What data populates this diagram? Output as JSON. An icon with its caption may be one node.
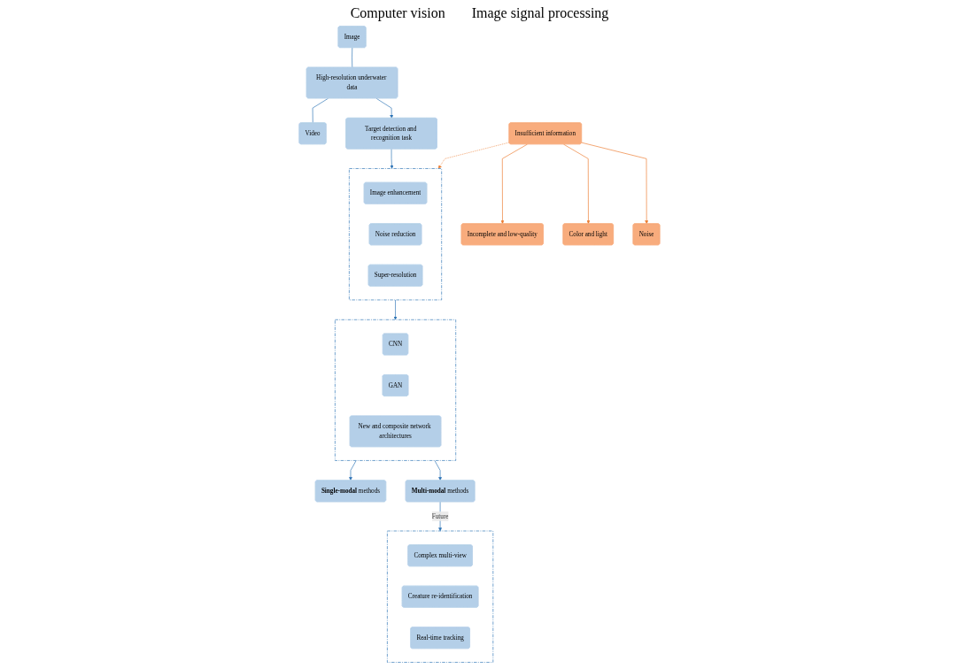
{
  "diagram": {
    "nodes": [
      {
        "text": [
          "Image"
        ]
      },
      {
        "text": [
          "High-resolution underwater data"
        ]
      },
      {
        "text": [
          "Video"
        ]
      },
      {
        "text": [
          "Target detection and recognition task"
        ]
      },
      {
        "text": [
          "Insufficient information"
        ]
      },
      {
        "text": [
          "Incomplete and low-quality"
        ]
      },
      {
        "text": [
          "Color and light"
        ]
      },
      {
        "text": [
          "Noise"
        ]
      },
      {
        "text": [],
        "shape": "box"
      },
      {
        "text": [
          "Image enhancement"
        ],
        "in": 8
      },
      {
        "text": [
          "Noise reduction"
        ],
        "in": 8
      },
      {
        "text": [
          "Super-resolution"
        ],
        "in": 8
      },
      {
        "text": [],
        "shape": "box"
      },
      {
        "text": [
          "CNN"
        ],
        "in": 12
      },
      {
        "text": [
          "GAN"
        ],
        "in": 12
      },
      {
        "text": [
          "New and composite network architectures"
        ],
        "in": 12
      },
      {
        "text": [
          "**Single-modal** methods"
        ]
      },
      {
        "text": [
          "**Multi-modal** methods"
        ]
      },
      {
        "text": [],
        "shape": "box"
      },
      {
        "text": [
          "Complex multi-view"
        ],
        "in": 18
      },
      {
        "text": [
          "Creature re-identification"
        ],
        "in": 18
      },
      {
        "text": [
          "Real-time tracking"
        ],
        "in": 18
      }
    ],
    "edges": [
      {
        "from": 0,
        "to": 1,
        "arrow": "none"
      },
      {
        "from": 1,
        "to": 2,
        "arrow": "none"
      },
      {
        "from": 1,
        "to": 3,
        "arrow": "to"
      },
      {
        "from": 4,
        "to": 5,
        "arrow": "to",
        "color": "#ed7d31"
      },
      {
        "from": 4,
        "to": 6,
        "arrow": "to",
        "color": "#ed7d31"
      },
      {
        "from": 4,
        "to": 7,
        "arrow": "to",
        "color": "#ed7d31"
      },
      {
        "from": 3,
        "to": 8,
        "arrow": "to"
      },
      {
        "from": 4,
        "to": 8,
        "arrow": "to",
        "style": "dashed",
        "color": "#ed7d31"
      },
      {
        "from": 8,
        "to": 12,
        "arrow": "to"
      },
      {
        "from": 12,
        "to": 16,
        "arrow": "to"
      },
      {
        "from": 12,
        "to": 17,
        "arrow": "to"
      },
      {
        "from": 17,
        "to": 18,
        "label": "Future",
        "arrow": "to"
      }
    ],
    "labels": [
      "Computer vision",
      "Image signal processing"
    ]
  }
}
